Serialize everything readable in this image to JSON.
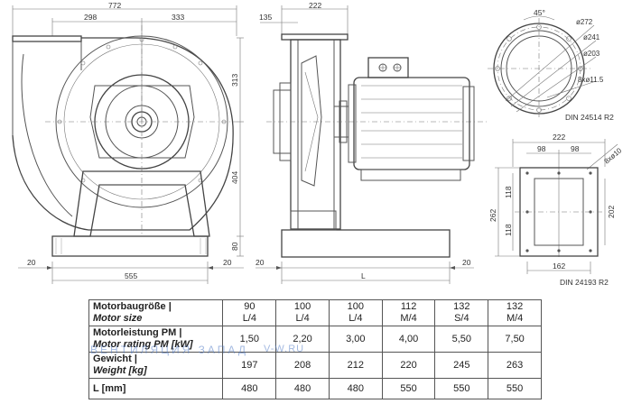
{
  "dimensions": {
    "d772": "772",
    "d298": "298",
    "d333": "333",
    "d313": "313",
    "d404": "404",
    "d80": "80",
    "d20_left": "20",
    "d20_mid": "20",
    "d555": "555",
    "d135": "135",
    "d222_top": "222",
    "d20_side_l": "20",
    "d20_side_r": "20",
    "dL": "L",
    "d45": "45°",
    "phi272": "ø272",
    "phi241": "ø241",
    "phi203": "ø203",
    "holes_round": "8xø11.5",
    "din_round": "DIN 24514 R2",
    "d222_sq": "222",
    "d98_a": "98",
    "d98_b": "98",
    "holes_sq": "8xø10",
    "d262": "262",
    "d118_a": "118",
    "d118_b": "118",
    "d202": "202",
    "d162": "162",
    "din_square": "DIN 24193 R2"
  },
  "table": {
    "rows": [
      {
        "label_de": "Motorbaugröße |",
        "label_en": "Motor size",
        "values": [
          "90\nL/4",
          "100\nL/4",
          "100\nL/4",
          "112\nM/4",
          "132\nS/4",
          "132\nM/4"
        ]
      },
      {
        "label_de": "Motorleistung PM |",
        "label_en": "Motor rating PM [kW]",
        "values": [
          "1,50",
          "2,20",
          "3,00",
          "4,00",
          "5,50",
          "7,50"
        ]
      },
      {
        "label_de": "Gewicht |",
        "label_en": "Weight [kg]",
        "values": [
          "197",
          "208",
          "212",
          "220",
          "245",
          "263"
        ]
      },
      {
        "label_de": "L [mm]",
        "label_en": "",
        "values": [
          "480",
          "480",
          "480",
          "550",
          "550",
          "550"
        ]
      }
    ]
  },
  "watermark": {
    "text_a": "ВЕНТИЛЯЦИЯ ЗАПАД",
    "text_b": "V-W.RU"
  }
}
